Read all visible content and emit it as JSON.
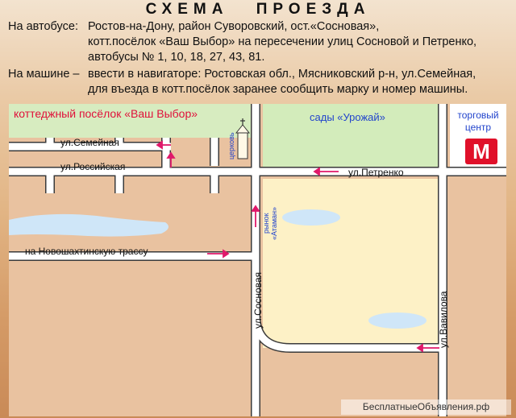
{
  "header": {
    "title": "СХЕМА ПРОЕЗДА",
    "bus_label": "На автобусе:",
    "bus_line1": "Ростов-на-Дону, район Суворовский, ост.«Сосновая»,",
    "bus_line2": "котт.посёлок «Ваш Выбор» на пересечении улиц Сосновой и Петренко,",
    "bus_line3": "автобусы № 1, 10, 18, 27, 43, 81.",
    "car_label": "На машине –",
    "car_line1": "ввести в навигаторе: Ростовская обл., Мясниковский р-н,  ул.Семейная,",
    "car_line2": "для въезда в котт.посёлок заранее сообщить марку и номер машины."
  },
  "map": {
    "settlement_label": "коттеджный посёлок «Ваш Выбор»",
    "gardens_label": "сады «Урожай»",
    "mall_label_line1": "торговый",
    "mall_label_line2": "центр",
    "mall_logo": "М",
    "church_label": "церковь",
    "market_label_line1": "рынок",
    "market_label_line2": "«Атаман»",
    "streets": {
      "semeynaya": "ул.Семейная",
      "rossiyskaya": "ул.Российская",
      "petrenko": "ул.Петренко",
      "novoshakhtinskaya": "на Новошахтинскую трассу",
      "sosnovaya": "ул.Сосновая",
      "vavilova": "ул.Вавилова"
    },
    "colors": {
      "land": "#e9c2a0",
      "green": "#d3ecbb",
      "yellow": "#fdf1c6",
      "water": "#cfe6f8",
      "road": "#ffffff",
      "road_edge": "#3a3a3a",
      "route_arrow": "#e0186a",
      "settlement_text": "#e0103a",
      "gardens_text": "#2244cc"
    }
  },
  "watermark": "БесплатныеОбъявления.рф"
}
